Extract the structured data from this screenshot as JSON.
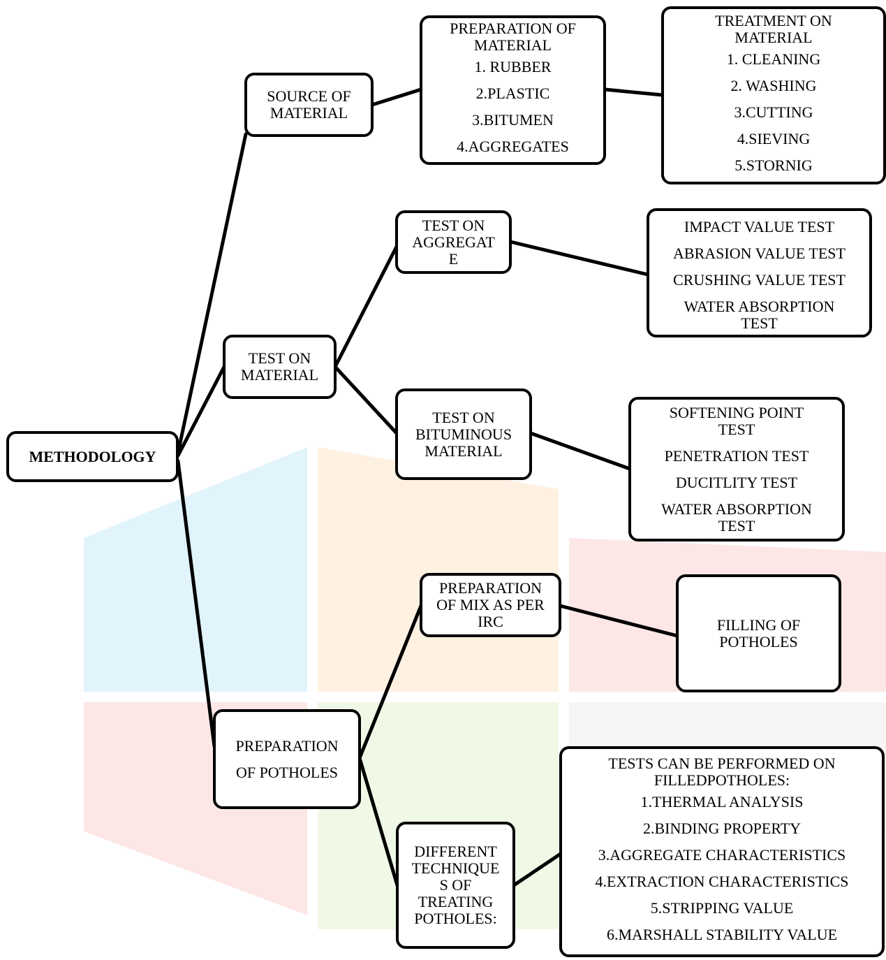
{
  "root": {
    "label": "METHODOLOGY"
  },
  "source": {
    "label": [
      "SOURCE OF",
      "MATERIAL"
    ],
    "preparation": {
      "title": [
        "PREPARATION OF",
        "MATERIAL"
      ],
      "items": [
        "1. RUBBER",
        "2.PLASTIC",
        "3.BITUMEN",
        "4.AGGREGATES"
      ]
    },
    "treatment": {
      "title": [
        "TREATMENT ON",
        "MATERIAL"
      ],
      "items": [
        "1. CLEANING",
        "2. WASHING",
        "3.CUTTING",
        "4.SIEVING",
        "5.STORNIG"
      ]
    }
  },
  "test": {
    "label": [
      "TEST ON",
      "MATERIAL"
    ],
    "aggregate": {
      "label": [
        "TEST ON",
        "AGGREGAT",
        "E"
      ],
      "items": [
        "IMPACT VALUE TEST",
        "ABRASION VALUE TEST",
        "CRUSHING VALUE TEST",
        "WATER ABSORPTION",
        "TEST"
      ]
    },
    "bituminous": {
      "label": [
        "TEST ON",
        "BITUMINOUS",
        "MATERIAL"
      ],
      "items": [
        "SOFTENING POINT",
        "TEST",
        "PENETRATION TEST",
        "DUCITLITY TEST",
        "WATER ABSORPTION",
        "TEST"
      ]
    }
  },
  "potholes": {
    "label": [
      "PREPARATION",
      "OF POTHOLES"
    ],
    "mix": {
      "label": [
        "PREPARATION",
        "OF MIX AS PER",
        "IRC"
      ],
      "filling": [
        "FILLING OF",
        "POTHOLES"
      ]
    },
    "techniques": {
      "label": [
        "DIFFERENT",
        "TECHNIQUE",
        "S OF",
        "TREATING",
        "POTHOLES:"
      ],
      "tests_title": [
        "TESTS CAN BE PERFORMED ON",
        "FILLEDPOTHOLES:"
      ],
      "tests": [
        "1.THERMAL ANALYSIS",
        "2.BINDING PROPERTY",
        "3.AGGREGATE CHARACTERISTICS",
        "4.EXTRACTION CHARACTERISTICS",
        "5.STRIPPING VALUE",
        "6.MARSHALL STABILITY VALUE"
      ]
    }
  },
  "colors": {
    "line": "#000000",
    "box_border": "#000000",
    "box_fill": "#ffffff"
  }
}
